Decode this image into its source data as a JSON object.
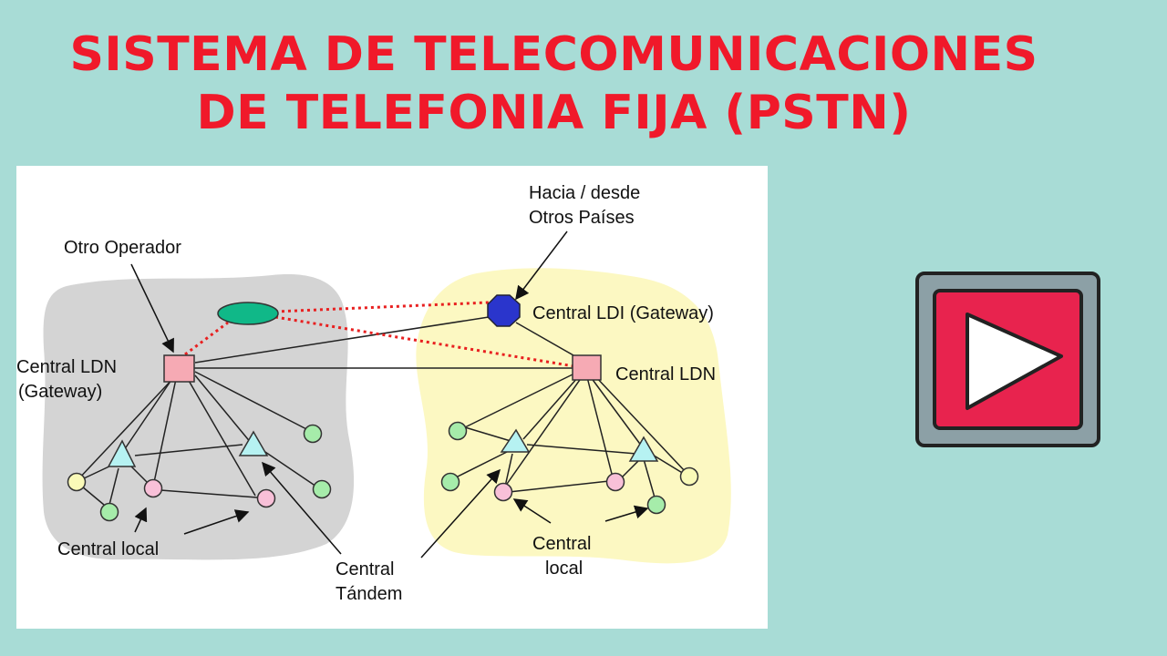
{
  "title": {
    "line1": "SISTEMA DE TELECOMUNICACIONES",
    "line2": "DE TELEFONIA FIJA (PSTN)"
  },
  "diagram": {
    "labels": {
      "otro_operador": "Otro Operador",
      "hacia_line1": "Hacia / desde",
      "hacia_line2": "Otros Países",
      "central_ldi": "Central LDI (Gateway)",
      "central_ldn_left_line1": "Central LDN",
      "central_ldn_left_line2": "(Gateway)",
      "central_ldn_right": "Central LDN",
      "central_local_left": "Central local",
      "central_tandem_line1": "Central",
      "central_tandem_line2": "Tándem",
      "central_local_right_line1": "Central",
      "central_local_right_line2": "local"
    },
    "colors": {
      "left_region": "#d4d4d4",
      "right_region": "#fcf8c2",
      "ldn_square": "#f6aab4",
      "ldi_octagon": "#2a35cc",
      "operator_ellipse": "#10b888",
      "tandem_triangle": "#b6f2f2",
      "local_green": "#a6ecaa",
      "local_pink": "#f8c0d8",
      "local_yellow": "#fafab8",
      "dotted_link": "#e82020"
    }
  },
  "play_button": {
    "icon": "play-icon",
    "colors": {
      "frame": "#8ca0a6",
      "inner": "#e8234e",
      "triangle": "#ffffff"
    }
  }
}
